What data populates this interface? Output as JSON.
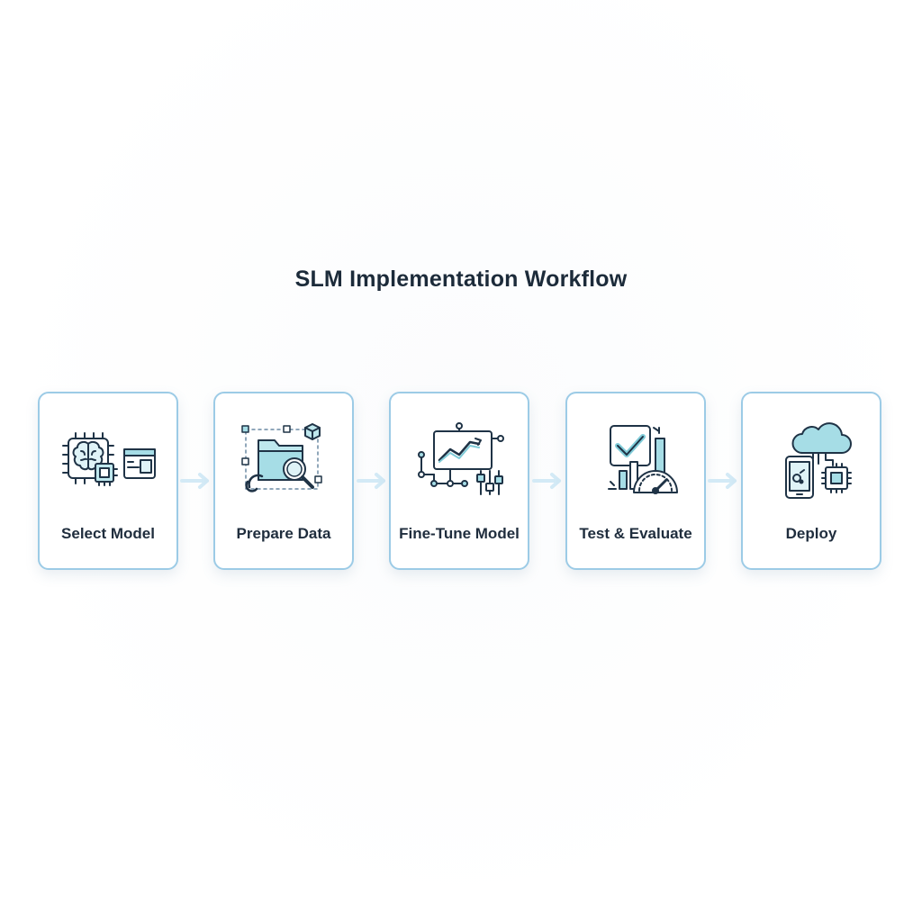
{
  "title": "SLM Implementation Workflow",
  "steps": [
    {
      "label": "Select Model",
      "icon": "brain-chip-icon"
    },
    {
      "label": "Prepare Data",
      "icon": "folder-search-icon"
    },
    {
      "label": "Fine-Tune Model",
      "icon": "chart-sliders-icon"
    },
    {
      "label": "Test & Evaluate",
      "icon": "checkbox-gauge-icon"
    },
    {
      "label": "Deploy",
      "icon": "cloud-device-icon"
    }
  ],
  "colors": {
    "outline": "#1f3346",
    "accent": "#a6dde6",
    "border": "#9ccbe6",
    "arrow": "#d3eaf6"
  }
}
